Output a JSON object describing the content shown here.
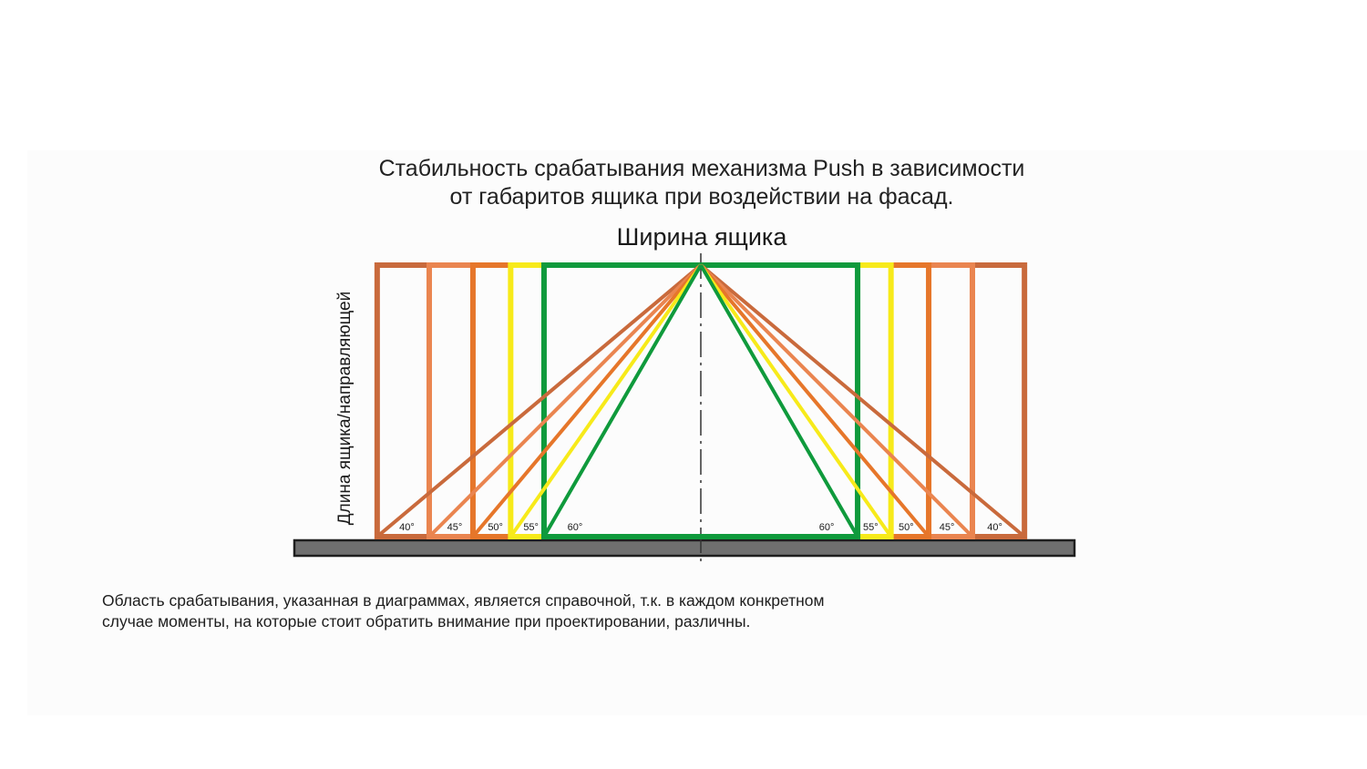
{
  "title": {
    "line1": "Стабильность срабатывания механизма Push в зависимости",
    "line2": "от габаритов ящика при воздействии на фасад."
  },
  "axis": {
    "width_label": "Ширина ящика",
    "length_label": "Длина ящика/направляющей"
  },
  "note": {
    "line1": "Область срабатывания, указанная в диаграммах, является справочной, т.к. в каждом конкретном",
    "line2": "случае моменты, на которые стоит обратить внимание при проектировании, различны."
  },
  "zones": [
    {
      "angle": 40,
      "label": "40°",
      "color": "#c96a3c"
    },
    {
      "angle": 45,
      "label": "45°",
      "color": "#ea8550"
    },
    {
      "angle": 50,
      "label": "50°",
      "color": "#e6762a"
    },
    {
      "angle": 55,
      "label": "55°",
      "color": "#f7ea1a"
    },
    {
      "angle": 60,
      "label": "60°",
      "color": "#0f9a3c"
    }
  ],
  "colors": {
    "base_fill": "#6f6f6f",
    "base_stroke": "#1e1e1e",
    "center_line": "#333333"
  }
}
